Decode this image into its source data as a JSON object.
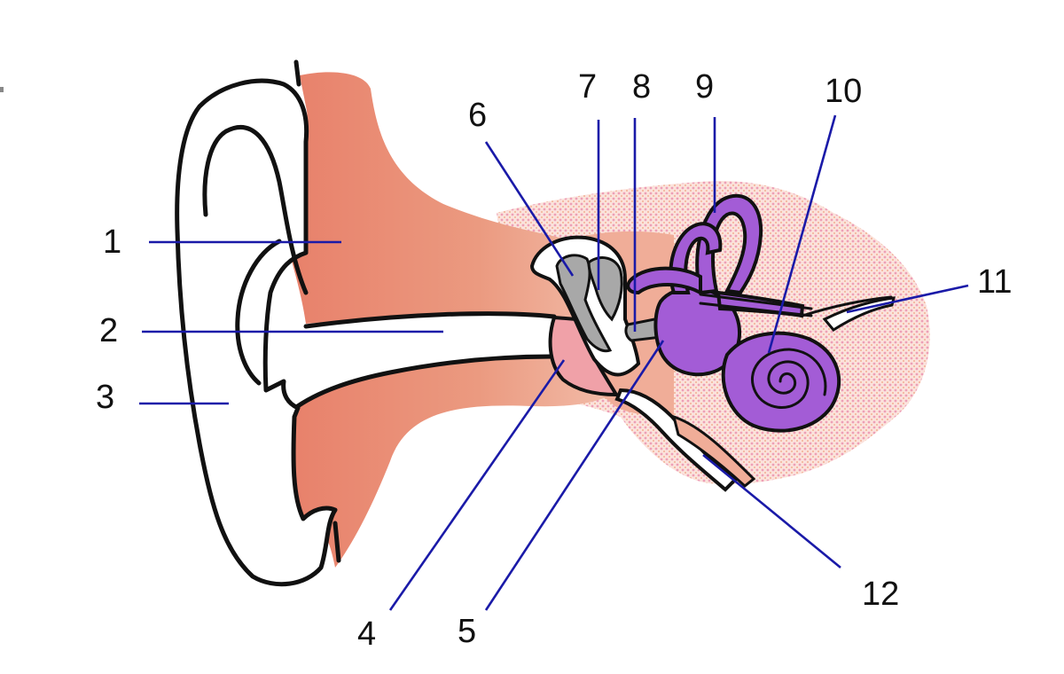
{
  "colors": {
    "tissue": "#e8876c",
    "tissue_light": "#f2b9a6",
    "bone_fade": "#f6c9c6",
    "ossicles": "#a8a8a8",
    "inner_ear": "#a35cd6",
    "eardrum": "#f0a1a8",
    "leader": "#1a1aa8",
    "outline": "#111111"
  },
  "labels": [
    {
      "id": "1",
      "text": "1"
    },
    {
      "id": "2",
      "text": "2"
    },
    {
      "id": "3",
      "text": "3"
    },
    {
      "id": "4",
      "text": "4"
    },
    {
      "id": "5",
      "text": "5"
    },
    {
      "id": "6",
      "text": "6"
    },
    {
      "id": "7",
      "text": "7"
    },
    {
      "id": "8",
      "text": "8"
    },
    {
      "id": "9",
      "text": "9"
    },
    {
      "id": "10",
      "text": "10"
    },
    {
      "id": "11",
      "text": "11"
    },
    {
      "id": "12",
      "text": "12"
    }
  ]
}
